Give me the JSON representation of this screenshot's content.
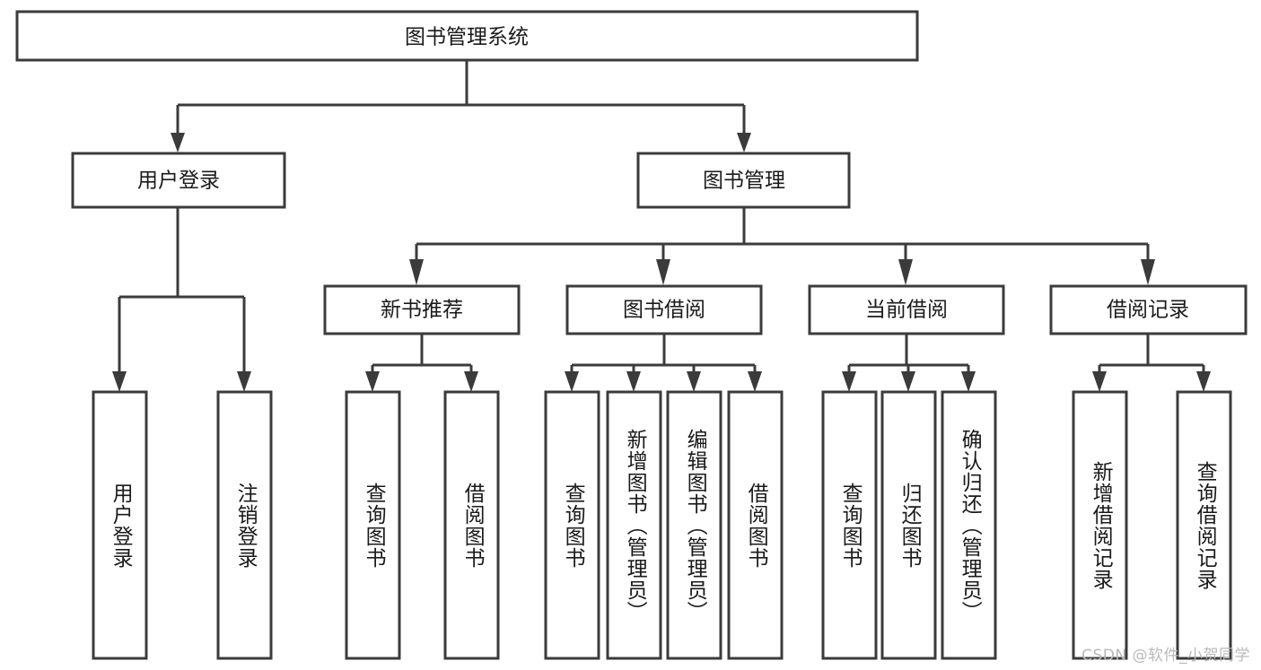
{
  "diagram": {
    "title": "图书管理系统",
    "type": "tree-hierarchy-chart",
    "root": {
      "id": "root",
      "label": "图书管理系统"
    },
    "level2": [
      {
        "id": "user-login",
        "label": "用户登录"
      },
      {
        "id": "book-manage",
        "label": "图书管理"
      }
    ],
    "level3": [
      {
        "id": "new-book-recommend",
        "label": "新书推荐",
        "parent": "book-manage"
      },
      {
        "id": "book-borrow",
        "label": "图书借阅",
        "parent": "book-manage"
      },
      {
        "id": "current-borrow",
        "label": "当前借阅",
        "parent": "book-manage"
      },
      {
        "id": "borrow-record",
        "label": "借阅记录",
        "parent": "book-manage"
      }
    ],
    "leaves": [
      {
        "id": "leaf-user-login",
        "label": "用户登录",
        "parent": "user-login"
      },
      {
        "id": "leaf-logout-login",
        "label": "注销登录",
        "parent": "user-login"
      },
      {
        "id": "leaf-query-book-1",
        "label": "查询图书",
        "parent": "new-book-recommend"
      },
      {
        "id": "leaf-borrow-book-1",
        "label": "借阅图书",
        "parent": "new-book-recommend"
      },
      {
        "id": "leaf-query-book-2",
        "label": "查询图书",
        "parent": "book-borrow"
      },
      {
        "id": "leaf-add-book",
        "label": "新增图书（管理员）",
        "parent": "book-borrow"
      },
      {
        "id": "leaf-edit-book",
        "label": "编辑图书（管理员）",
        "parent": "book-borrow"
      },
      {
        "id": "leaf-borrow-book-2",
        "label": "借阅图书",
        "parent": "book-borrow"
      },
      {
        "id": "leaf-query-book-3",
        "label": "查询图书",
        "parent": "current-borrow"
      },
      {
        "id": "leaf-return-book",
        "label": "归还图书",
        "parent": "current-borrow"
      },
      {
        "id": "leaf-confirm-return",
        "label": "确认归还（管理员）",
        "parent": "current-borrow"
      },
      {
        "id": "leaf-add-record",
        "label": "新增借阅记录",
        "parent": "borrow-record"
      },
      {
        "id": "leaf-query-record",
        "label": "查询借阅记录",
        "parent": "borrow-record"
      }
    ],
    "watermark": "CSDN @软件_小贺同学",
    "colors": {
      "box_fill": "#ffffff",
      "box_stroke": "#3b3b3b",
      "text": "#1a1a1a",
      "watermark": "#b9b9b9",
      "background": "#ffffff"
    }
  }
}
